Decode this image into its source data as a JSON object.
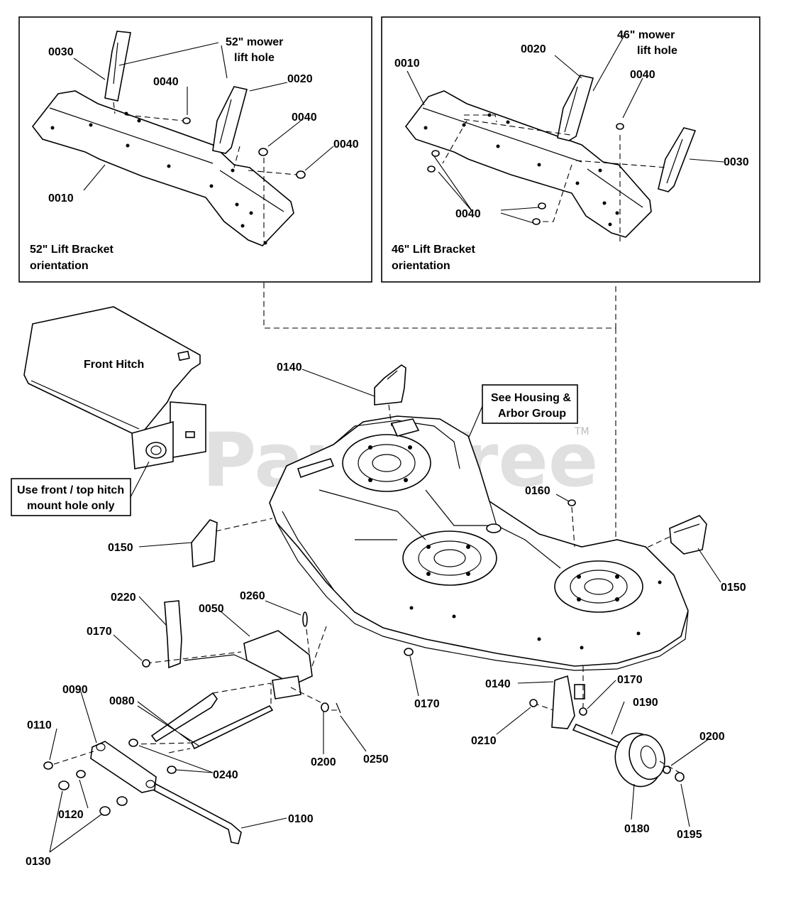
{
  "watermark": {
    "text": "PartsTree",
    "trademark": "TM"
  },
  "panels": {
    "left": {
      "caption_line1": "52\" Lift Bracket",
      "caption_line2": "orientation",
      "callout_line1": "52\" mower",
      "callout_line2": "lift hole",
      "labels": [
        "0030",
        "0040",
        "0020",
        "0040",
        "0040",
        "0010"
      ]
    },
    "right": {
      "caption_line1": "46\" Lift Bracket",
      "caption_line2": "orientation",
      "callout_line1": "46\" mower",
      "callout_line2": "lift hole",
      "labels": [
        "0010",
        "0020",
        "0040",
        "0030",
        "0040"
      ]
    }
  },
  "notes": {
    "front_hitch": "Front Hitch",
    "housing_line1": "See Housing &",
    "housing_line2": "Arbor Group",
    "hitch_note_line1": "Use front / top hitch",
    "hitch_note_line2": "mount hole only"
  },
  "main_labels": [
    "0140",
    "0160",
    "0150",
    "0150",
    "0220",
    "0260",
    "0050",
    "0170",
    "0170",
    "0090",
    "0080",
    "0110",
    "0240",
    "0200",
    "0250",
    "0120",
    "0130",
    "0100",
    "0140",
    "0170",
    "0190",
    "0210",
    "0200",
    "0180",
    "0195"
  ]
}
